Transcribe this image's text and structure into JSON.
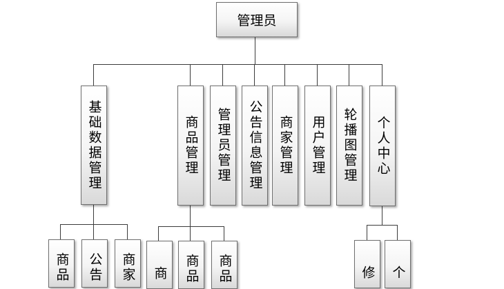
{
  "root": {
    "label": "管理员"
  },
  "modules": [
    {
      "label": "基础数据管理"
    },
    {
      "label": "商品管理"
    },
    {
      "label": "管理员管理"
    },
    {
      "label": "公告信息管理"
    },
    {
      "label": "商家管理"
    },
    {
      "label": "用户管理"
    },
    {
      "label": "轮播图管理"
    },
    {
      "label": "个人中心"
    }
  ],
  "children": {
    "basic_data": [
      {
        "label": "商品"
      },
      {
        "label": "公告"
      },
      {
        "label": "商家"
      }
    ],
    "goods": [
      {
        "label": "商"
      },
      {
        "label": "商品"
      },
      {
        "label": "商品"
      }
    ],
    "personal_center": [
      {
        "label": "修"
      },
      {
        "label": "个"
      }
    ]
  }
}
